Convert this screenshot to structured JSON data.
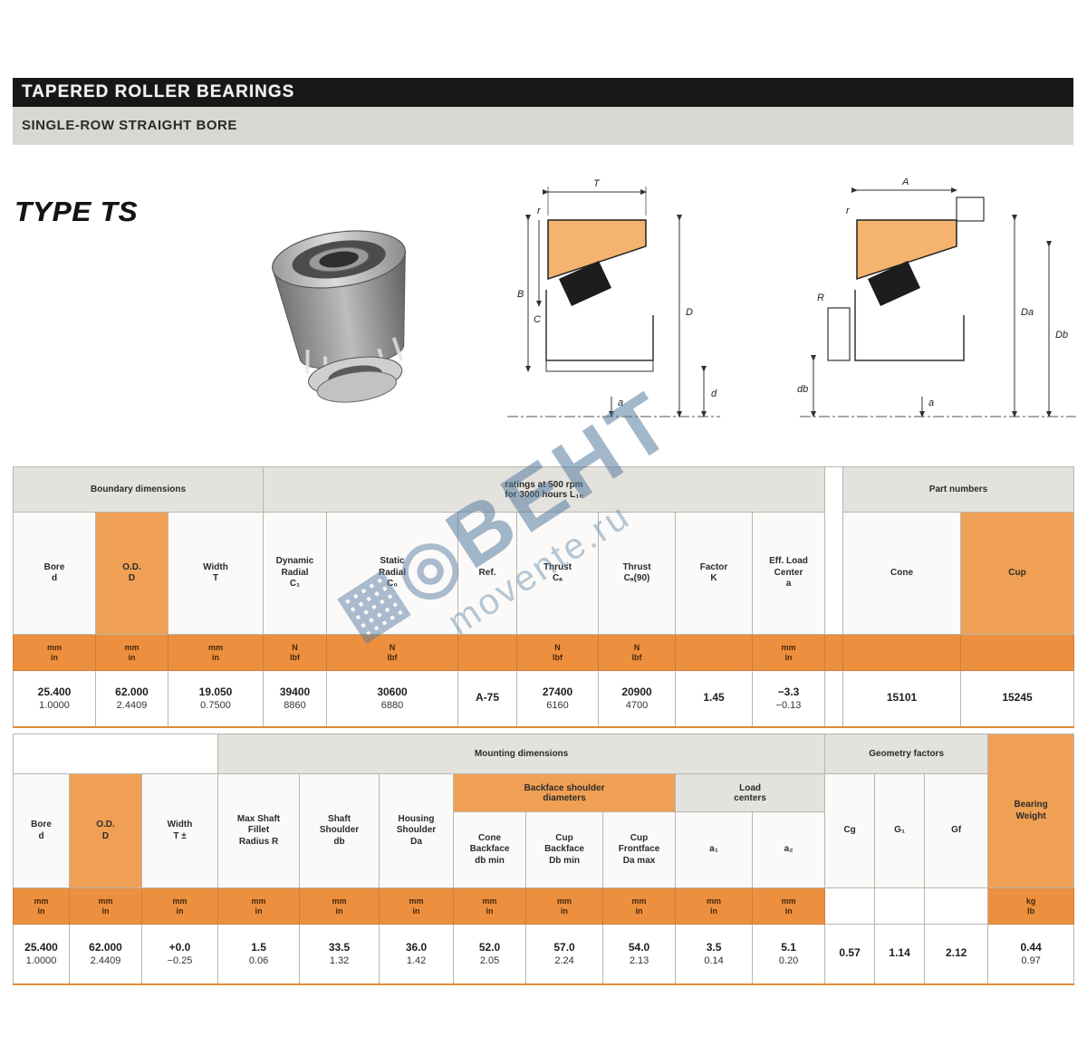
{
  "colors": {
    "accent_orange": "#F0A054",
    "band_orange": "#EC8F3E",
    "header_gray": "#E4E2DD",
    "bar_black": "#171717"
  },
  "header": {
    "title": "TAPERED ROLLER BEARINGS",
    "subtitle": "SINGLE-ROW STRAIGHT BORE"
  },
  "type_label": "TYPE TS",
  "watermark": {
    "grid_glyph": "▦",
    "ring_glyph": "◎",
    "brand": "ВЕНТ",
    "site": "movente.ru"
  },
  "diagram1": {
    "T": "T",
    "B": "B",
    "C": "C",
    "D": "D",
    "d": "d",
    "a": "a",
    "r": "r"
  },
  "diagram2": {
    "A": "A",
    "R": "R",
    "r": "r",
    "Da": "Da",
    "Db": "Db",
    "db": "db",
    "a": "a"
  },
  "t1": {
    "groups": {
      "dims": "Boundary dimensions",
      "ratings": "ratings at 500 rpm\nfor 3000 hours L₁₀",
      "parts": "Part numbers"
    },
    "cols": [
      "Bore\nd",
      "O.D.\nD",
      "Width\nT",
      "Dynamic\nRadial\nC₁",
      "Static\nRadial\nC₀",
      "Ref.",
      "Thrust\nCₐ",
      "Thrust\nCₐ(90)",
      "Factor\nK",
      "Eff. Load\nCenter\na",
      "Cone",
      "Cup"
    ],
    "units": [
      "mm\nin",
      "mm\nin",
      "mm\nin",
      "N\nlbf",
      "N\nlbf",
      "",
      "N\nlbf",
      "N\nlbf",
      "",
      "mm\nin",
      "",
      ""
    ],
    "row": [
      {
        "m": "25.400",
        "i": "1.0000"
      },
      {
        "m": "62.000",
        "i": "2.4409"
      },
      {
        "m": "19.050",
        "i": "0.7500"
      },
      {
        "m": "39400",
        "i": "8860"
      },
      {
        "m": "30600",
        "i": "6880"
      },
      {
        "m": "A-75",
        "i": ""
      },
      {
        "m": "27400",
        "i": "6160"
      },
      {
        "m": "20900",
        "i": "4700"
      },
      {
        "m": "1.45",
        "i": ""
      },
      {
        "m": "−3.3",
        "i": "−0.13"
      },
      {
        "m": "15101",
        "i": ""
      },
      {
        "m": "15245",
        "i": ""
      }
    ]
  },
  "t2": {
    "groups": {
      "mounting": "Mounting dimensions",
      "backface": "Backface shoulder\ndiameters",
      "centers": "Load\ncenters",
      "geometry": "Geometry factors",
      "weight": "Bearing\nWeight"
    },
    "cols": [
      "Bore\nd",
      "O.D.\nD",
      "Width\nT ±",
      "Max Shaft\nFillet\nRadius R",
      "Shaft\nShoulder\ndb",
      "Housing\nShoulder\nDa",
      "Cone\nBackface\ndb min",
      "Cup\nBackface\nDb min",
      "Cup\nFrontface\nDa max",
      "a₁",
      "a₂",
      "Cg",
      "G₁",
      "Gf"
    ],
    "units": [
      "mm\nin",
      "mm\nin",
      "mm\nin",
      "mm\nin",
      "mm\nin",
      "mm\nin",
      "mm\nin",
      "mm\nin",
      "mm\nin",
      "mm\nin",
      "mm\nin",
      "",
      "",
      "",
      "kg\nlb"
    ],
    "row": [
      {
        "m": "25.400",
        "i": "1.0000"
      },
      {
        "m": "62.000",
        "i": "2.4409"
      },
      {
        "m": "+0.0",
        "i": "−0.25"
      },
      {
        "m": "1.5",
        "i": "0.06"
      },
      {
        "m": "33.5",
        "i": "1.32"
      },
      {
        "m": "36.0",
        "i": "1.42"
      },
      {
        "m": "52.0",
        "i": "2.05"
      },
      {
        "m": "57.0",
        "i": "2.24"
      },
      {
        "m": "54.0",
        "i": "2.13"
      },
      {
        "m": "3.5",
        "i": "0.14"
      },
      {
        "m": "5.1",
        "i": "0.20"
      },
      {
        "m": "0.57",
        "i": ""
      },
      {
        "m": "1.14",
        "i": ""
      },
      {
        "m": "2.12",
        "i": ""
      },
      {
        "m": "0.44",
        "i": "0.97"
      }
    ]
  }
}
